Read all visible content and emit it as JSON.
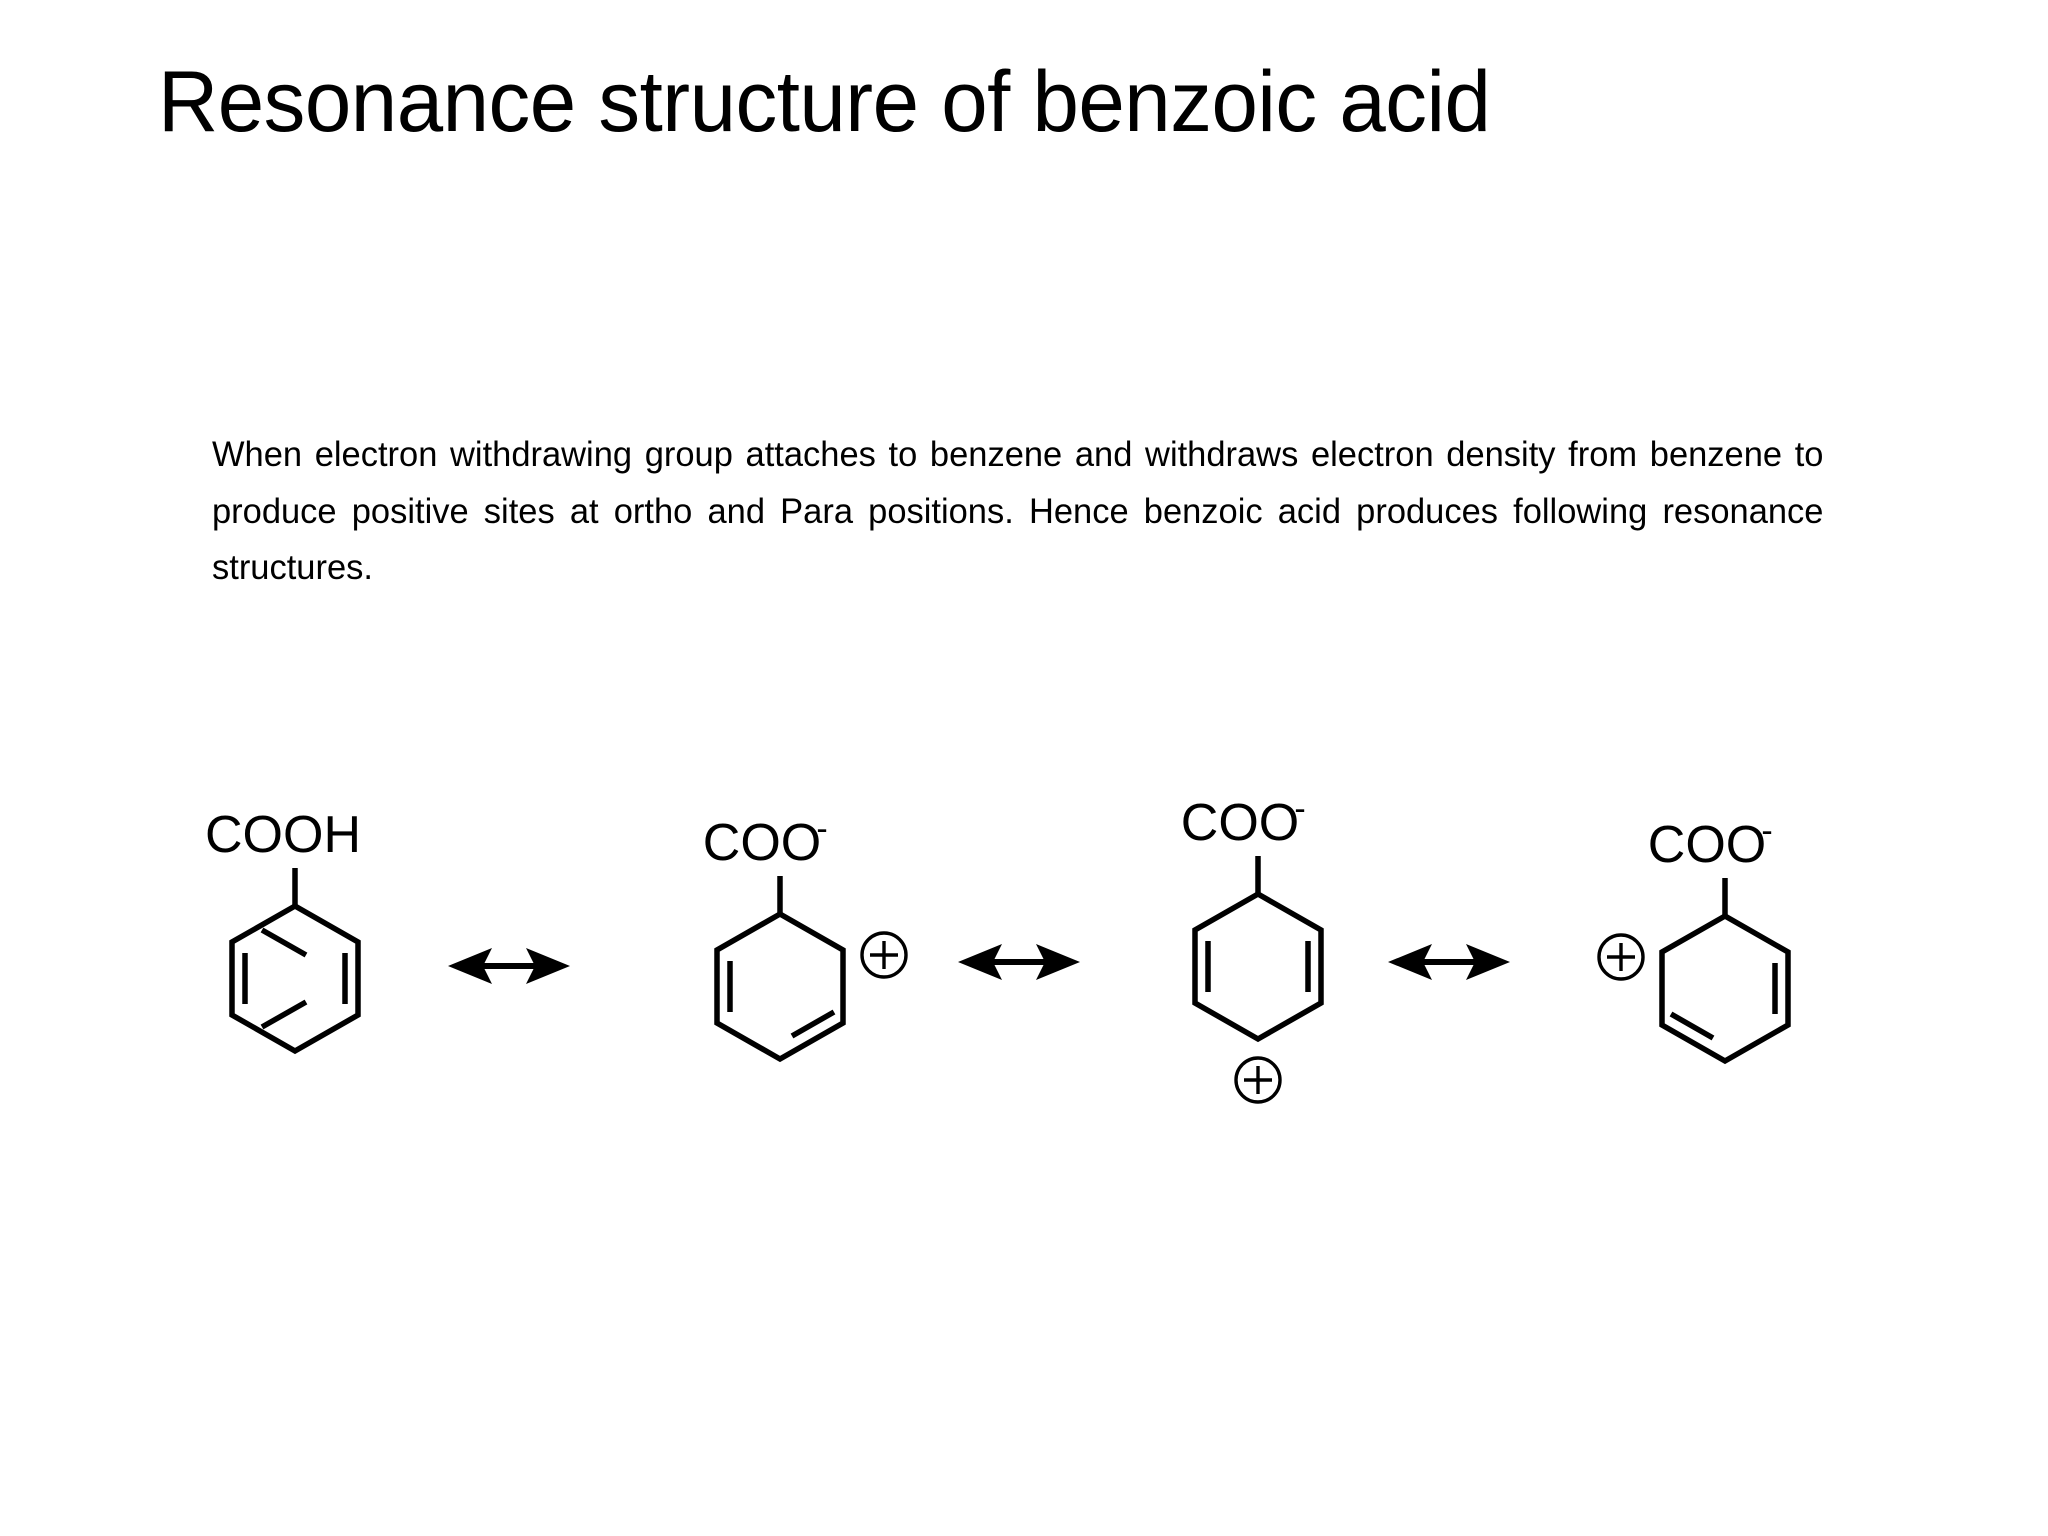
{
  "slide": {
    "background_color": "#ffffff",
    "text_color": "#000000",
    "title": "Resonance structure of benzoic acid",
    "body_paragraph": "When electron withdrawing group  attaches  to benzene and withdraws electron density from benzene to produce positive sites at ortho and Para positions. Hence benzoic acid produces following resonance structures."
  },
  "diagram": {
    "name": "resonance-structures-of-benzoic-acid",
    "arrow_symbol": "double-headed-resonance-arrow",
    "arrow_count": 3,
    "structures": [
      {
        "index": 1,
        "name": "benzoic-acid",
        "substituent_label": "COOH",
        "substituent_charge": "",
        "ring_double_bonds": 3,
        "positive_charge_position": "none",
        "positive_charge_symbol": ""
      },
      {
        "index": 2,
        "name": "ortho-carbocation-right",
        "substituent_label": "COO",
        "substituent_charge": "-",
        "ring_double_bonds": 2,
        "positive_charge_position": "ortho-right",
        "positive_charge_symbol": "+"
      },
      {
        "index": 3,
        "name": "para-carbocation",
        "substituent_label": "COO",
        "substituent_charge": "-",
        "ring_double_bonds": 2,
        "positive_charge_position": "para-bottom",
        "positive_charge_symbol": "+"
      },
      {
        "index": 4,
        "name": "ortho-carbocation-left",
        "substituent_label": "COO",
        "substituent_charge": "-",
        "ring_double_bonds": 2,
        "positive_charge_position": "ortho-left",
        "positive_charge_symbol": "+"
      }
    ]
  }
}
